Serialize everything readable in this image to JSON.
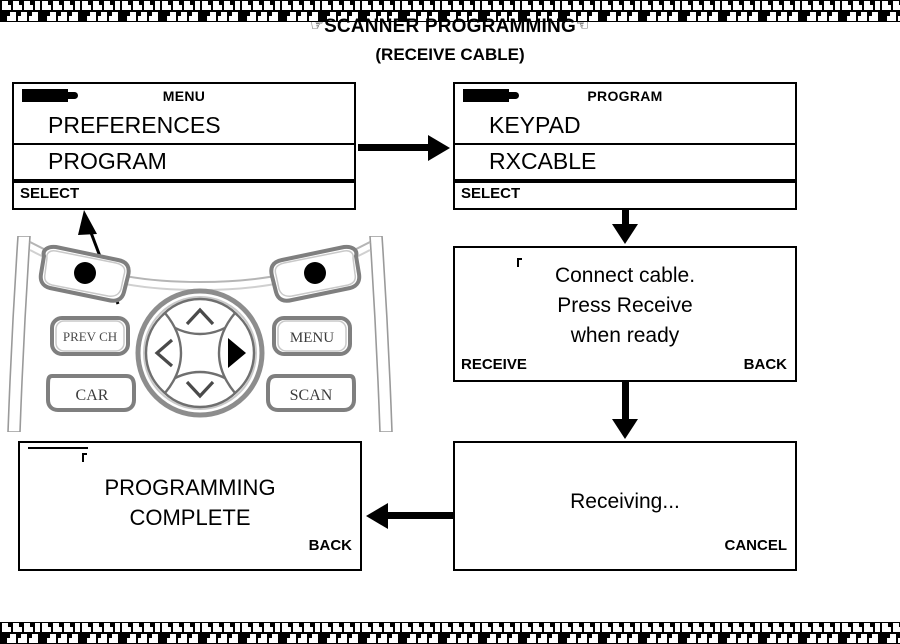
{
  "page": {
    "title_prefix_icon": "pointing-hand-right",
    "title": "SCANNER PROGRAMMING",
    "title_suffix_icon": "pointing-hand-left",
    "subtitle": "(RECEIVE CABLE)"
  },
  "screens": [
    {
      "id": "menu-screen",
      "status_icon": "signal-strength-icon",
      "header": "MENU",
      "rows": [
        "PREFERENCES",
        "PROGRAM"
      ],
      "softkey_left": "SELECT",
      "softkey_right": ""
    },
    {
      "id": "program-screen",
      "status_icon": "signal-strength-icon",
      "header": "PROGRAM",
      "rows": [
        "KEYPAD",
        "RXCABLE"
      ],
      "softkey_left": "SELECT",
      "softkey_right": ""
    },
    {
      "id": "connect-cable-screen",
      "message_lines": [
        "Connect cable.",
        "Press Receive",
        "when ready"
      ],
      "softkey_left": "RECEIVE",
      "softkey_right": "BACK"
    },
    {
      "id": "receiving-screen",
      "message_lines": [
        "Receiving..."
      ],
      "softkey_left": "",
      "softkey_right": "CANCEL"
    },
    {
      "id": "complete-screen",
      "message_lines": [
        "PROGRAMMING",
        "COMPLETE"
      ],
      "softkey_left": "",
      "softkey_right": "BACK"
    }
  ],
  "keypad": {
    "buttons": {
      "left_softkey": "",
      "right_softkey": "",
      "prev_ch": "PREV CH",
      "menu": "MENU",
      "car": "CAR",
      "scan": "SCAN",
      "dpad_up": "∧",
      "dpad_down": "∨",
      "dpad_left": "<",
      "dpad_right": ">"
    }
  },
  "colors": {
    "ink": "#000000",
    "paper": "#ffffff",
    "keypad_outline": "#8a8a8a"
  }
}
